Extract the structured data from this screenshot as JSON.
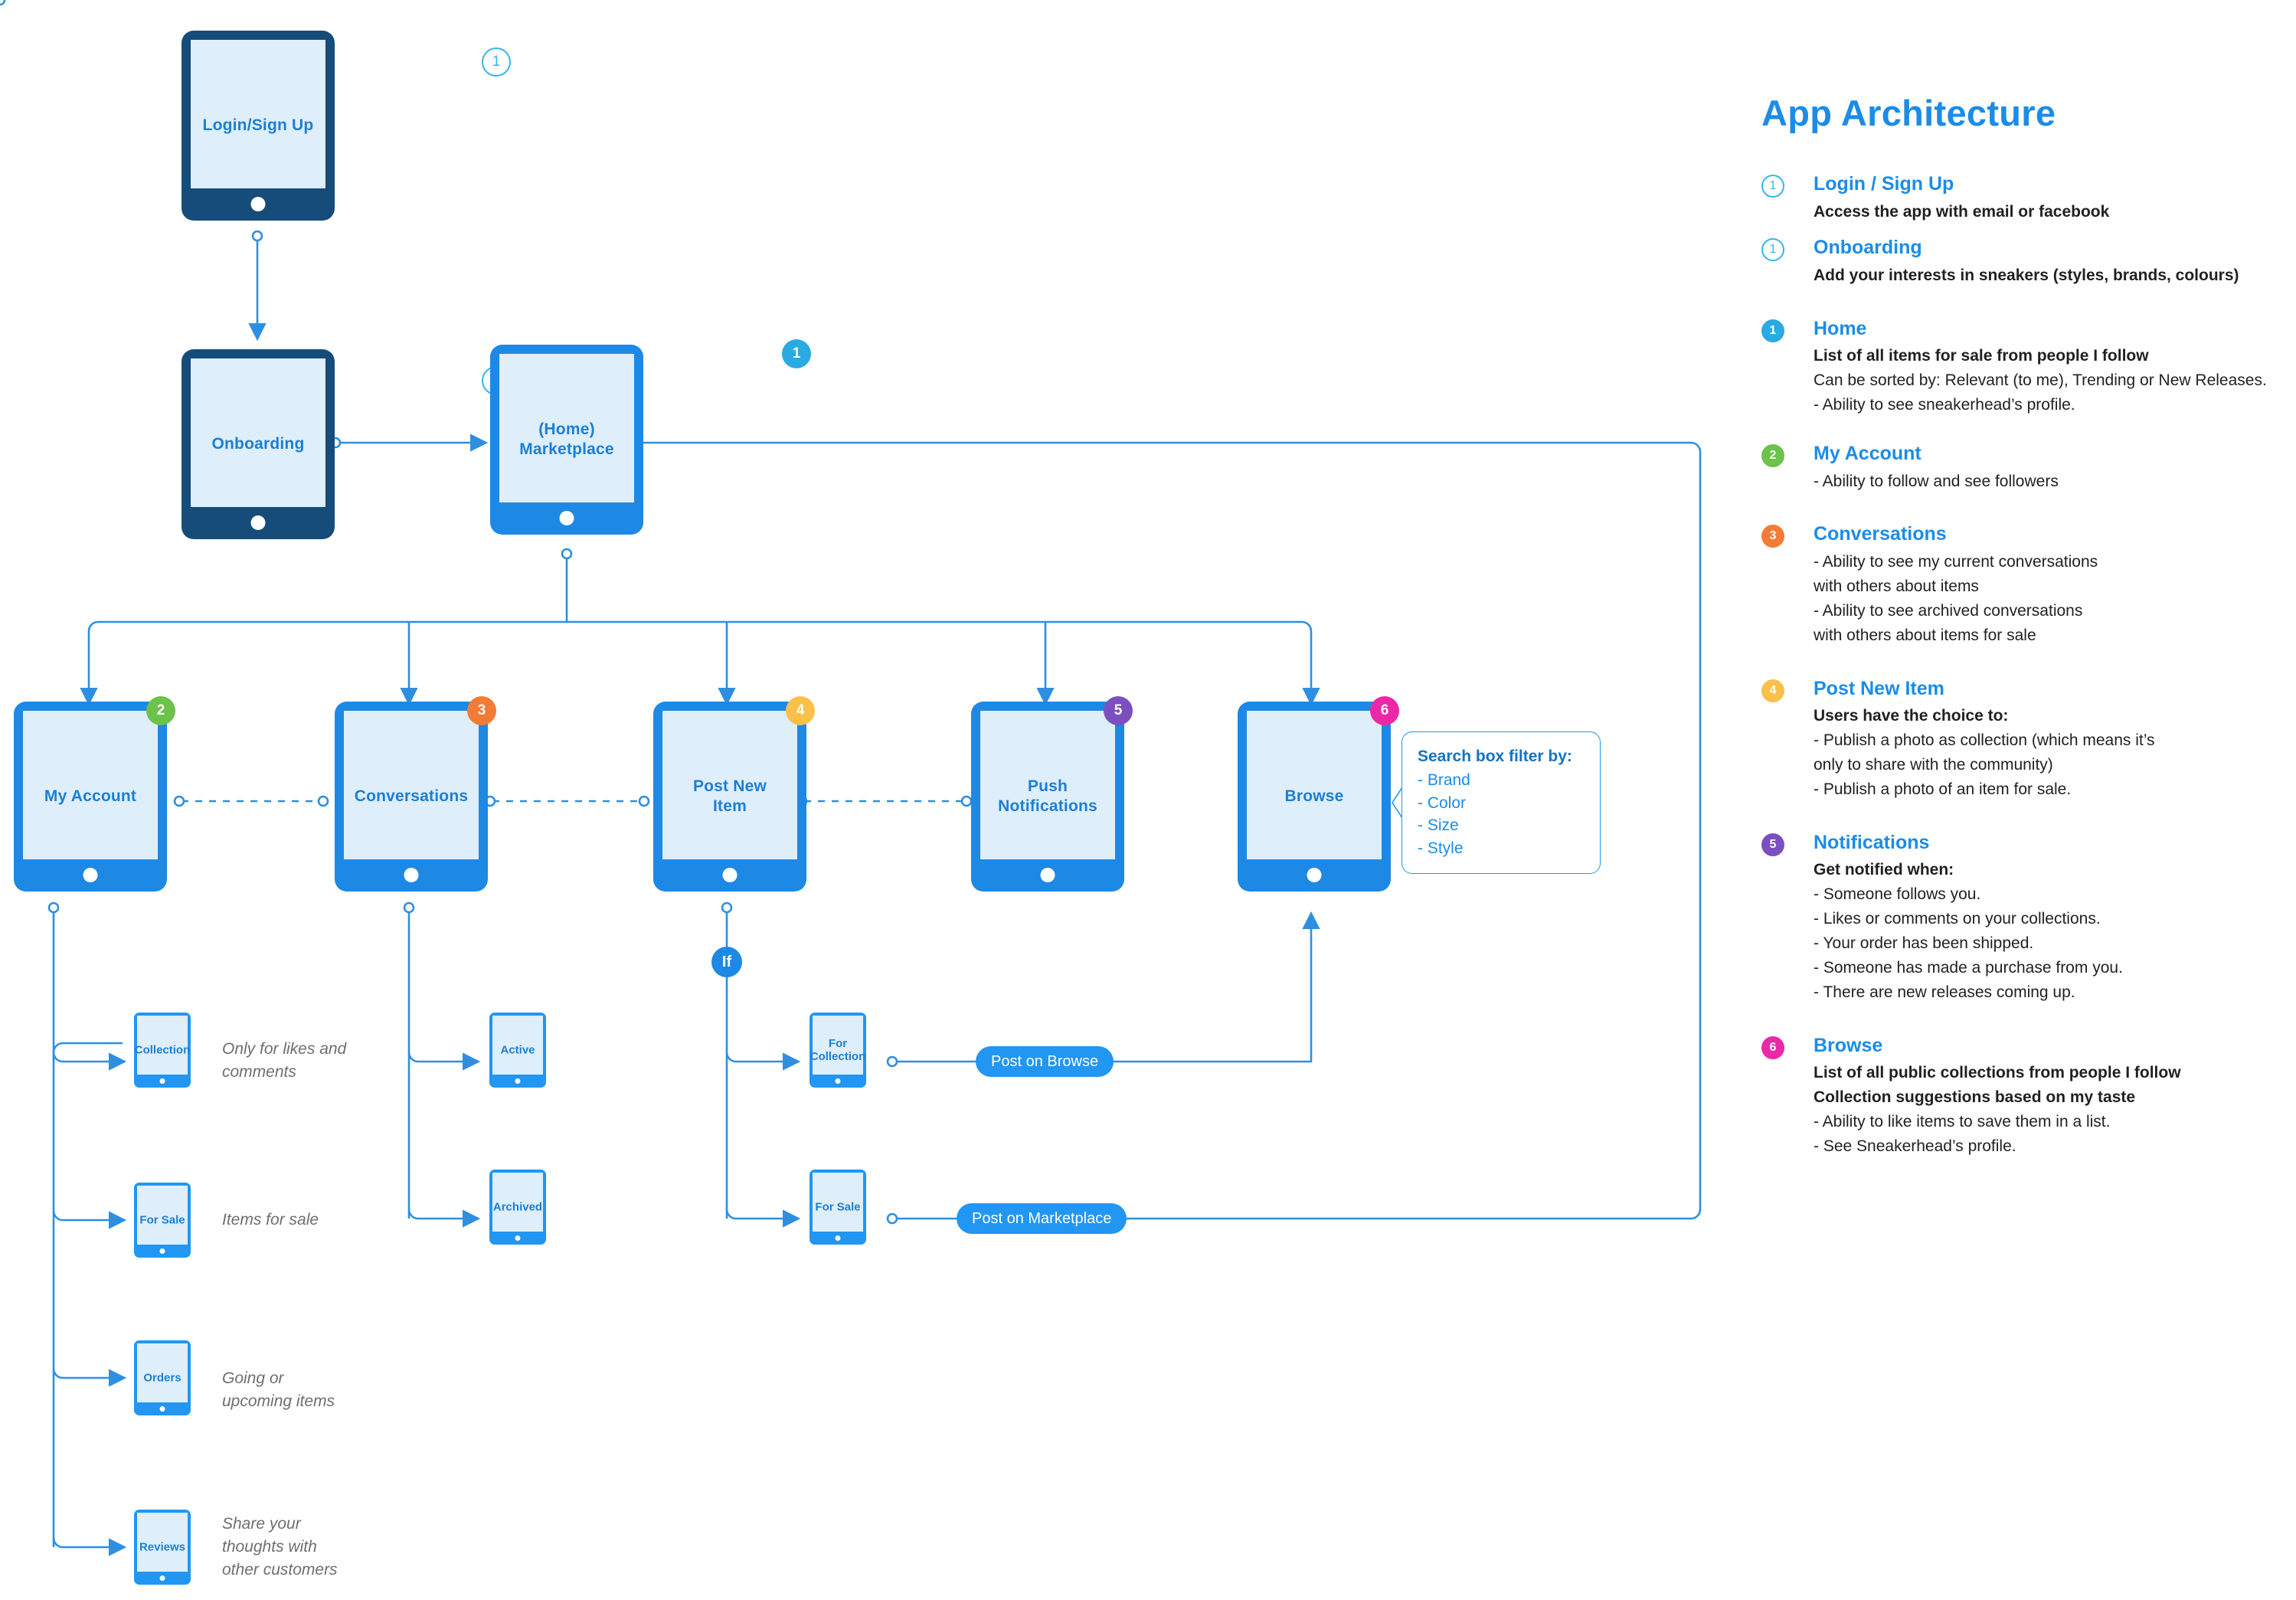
{
  "legend": {
    "title": "App Architecture",
    "items": [
      {
        "num": "1",
        "style": "hollow",
        "color": "#35B6EC",
        "title": "Login / Sign Up",
        "lines": [
          {
            "t": "Access the app with email or facebook",
            "bold": true
          }
        ]
      },
      {
        "num": "1",
        "style": "hollow",
        "color": "#35B6EC",
        "title": "Onboarding",
        "lines": [
          {
            "t": "Add your interests in sneakers (styles, brands, colours)",
            "bold": true
          }
        ]
      },
      {
        "num": "1",
        "style": "solid",
        "color": "#29AAE2",
        "title": "Home",
        "lines": [
          {
            "t": "List of all items for sale from people I follow",
            "bold": true
          },
          {
            "t": "Can be sorted by: Relevant (to me), Trending or New Releases.",
            "bold": false
          },
          {
            "t": "- Ability to see sneakerhead’s profile.",
            "bold": false
          }
        ]
      },
      {
        "num": "2",
        "style": "solid",
        "color": "#6CC24A",
        "title": "My Account",
        "lines": [
          {
            "t": "- Ability to follow and see followers",
            "bold": false
          }
        ]
      },
      {
        "num": "3",
        "style": "solid",
        "color": "#F47B35",
        "title": "Conversations",
        "lines": [
          {
            "t": "- Ability to see my current conversations",
            "bold": false
          },
          {
            "t": "with others about items",
            "bold": false
          },
          {
            "t": "- Ability to see archived conversations",
            "bold": false
          },
          {
            "t": "with others about items for sale",
            "bold": false
          }
        ]
      },
      {
        "num": "4",
        "style": "solid",
        "color": "#FBC04A",
        "title": "Post New Item",
        "lines": [
          {
            "t": "Users have the choice to:",
            "bold": true
          },
          {
            "t": "- Publish a photo as collection (which means it’s",
            "bold": false
          },
          {
            "t": "only to share with the community)",
            "bold": false
          },
          {
            "t": "- Publish a photo of an item for sale.",
            "bold": false
          }
        ]
      },
      {
        "num": "5",
        "style": "solid",
        "color": "#7B4FC0",
        "title": "Notifications",
        "lines": [
          {
            "t": "Get notified when:",
            "bold": true
          },
          {
            "t": "- Someone follows you.",
            "bold": false
          },
          {
            "t": "- Likes or comments on your collections.",
            "bold": false
          },
          {
            "t": "- Your order has been shipped.",
            "bold": false
          },
          {
            "t": "- Someone has made a purchase from you.",
            "bold": false
          },
          {
            "t": "- There are new releases coming up.",
            "bold": false
          }
        ]
      },
      {
        "num": "6",
        "style": "solid",
        "color": "#EC28A6",
        "title": "Browse",
        "lines": [
          {
            "t": "List of all public collections from people I follow",
            "bold": true
          },
          {
            "t": "Collection suggestions based on my taste",
            "bold": true
          },
          {
            "t": "- Ability to like items to save them in a list.",
            "bold": false
          },
          {
            "t": "- See Sneakerhead’s profile.",
            "bold": false
          }
        ]
      }
    ]
  },
  "diagram": {
    "devices": [
      {
        "id": "login",
        "label": "Login/Sign Up",
        "badge": "1",
        "badge_style": "hollow",
        "badge_color": "#35B6EC",
        "frame": "navy"
      },
      {
        "id": "onboarding",
        "label": "Onboarding",
        "badge": "1",
        "badge_style": "hollow",
        "badge_color": "#35B6EC",
        "frame": "navy"
      },
      {
        "id": "marketplace",
        "label": "(Home)\nMarketplace",
        "badge": "1",
        "badge_style": "solid",
        "badge_color": "#29AAE2",
        "frame": "blue"
      },
      {
        "id": "my-account",
        "label": "My Account",
        "badge": "2",
        "badge_style": "solid",
        "badge_color": "#6CC24A",
        "frame": "blue"
      },
      {
        "id": "conversations",
        "label": "Conversations",
        "badge": "3",
        "badge_style": "solid",
        "badge_color": "#F47B35",
        "frame": "blue"
      },
      {
        "id": "post-new-item",
        "label": "Post New\nItem",
        "badge": "4",
        "badge_style": "solid",
        "badge_color": "#FBC04A",
        "frame": "blue"
      },
      {
        "id": "push-notifications",
        "label": "Push\nNotifications",
        "badge": "5",
        "badge_style": "solid",
        "badge_color": "#7B4FC0",
        "frame": "blue"
      },
      {
        "id": "browse",
        "label": "Browse",
        "badge": "6",
        "badge_style": "solid",
        "badge_color": "#EC28A6",
        "frame": "blue"
      }
    ],
    "phones": [
      {
        "id": "collection",
        "label": "Collection"
      },
      {
        "id": "for-sale-acct",
        "label": "For Sale"
      },
      {
        "id": "orders",
        "label": "Orders"
      },
      {
        "id": "reviews",
        "label": "Reviews"
      },
      {
        "id": "active",
        "label": "Active"
      },
      {
        "id": "archived",
        "label": "Archived"
      },
      {
        "id": "for-collection",
        "label": "For\nCollection"
      },
      {
        "id": "for-sale-post",
        "label": "For Sale"
      }
    ],
    "notes": [
      {
        "id": "note-collection",
        "text": "Only for likes and\ncomments"
      },
      {
        "id": "note-for-sale",
        "text": "Items for sale"
      },
      {
        "id": "note-orders",
        "text": "Going or\nupcoming items"
      },
      {
        "id": "note-reviews",
        "text": "Share your\nthoughts with\nother customers"
      }
    ],
    "pills": [
      {
        "id": "post-on-browse",
        "text": "Post on Browse"
      },
      {
        "id": "post-on-marketplace",
        "text": "Post on Marketplace"
      }
    ],
    "if_marker": "If",
    "callout": {
      "title": "Search box filter by:",
      "options": [
        "- Brand",
        "- Color",
        "- Size",
        "- Style"
      ]
    }
  }
}
